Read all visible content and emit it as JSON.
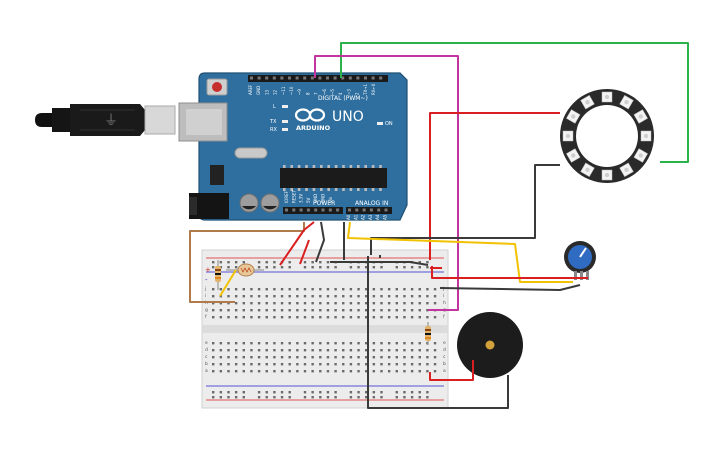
{
  "board": {
    "logo_text": "ARDUINO",
    "model": "UNO",
    "digital_header": "DIGITAL (PWM~)",
    "power_header": "POWER",
    "analog_header": "ANALOG IN",
    "on_label": "ON",
    "l_label": "L",
    "tx_label": "TX",
    "rx_label": "RX",
    "digital_pins": [
      "AREF",
      "GND",
      "13",
      "12",
      "~11",
      "~10",
      "~9",
      "8",
      "7",
      "~6",
      "~5",
      "4",
      "~3",
      "2",
      "TX→1",
      "RX←0"
    ],
    "power_pins": [
      "IOREF",
      "RESET",
      "3.3V",
      "5V",
      "GND",
      "GND",
      "Vin"
    ],
    "analog_pins": [
      "A0",
      "A1",
      "A2",
      "A3",
      "A4",
      "A5"
    ]
  },
  "breadboard": {
    "top_rows": [
      "j",
      "i",
      "h",
      "g",
      "f"
    ],
    "bottom_rows": [
      "e",
      "d",
      "c",
      "b",
      "a"
    ],
    "plus": "+",
    "minus": "-"
  },
  "colors": {
    "board": "#2f6f9f",
    "board_dark": "#1f5075",
    "wire_red": "#d91f1f",
    "wire_black": "#3a3a3a",
    "wire_green": "#2cb24a",
    "wire_magenta": "#c2359f",
    "wire_yellow": "#f2c200",
    "wire_brown": "#b07a4a",
    "ring": "#2a2a2a",
    "buzzer": "#1c1c1c"
  }
}
